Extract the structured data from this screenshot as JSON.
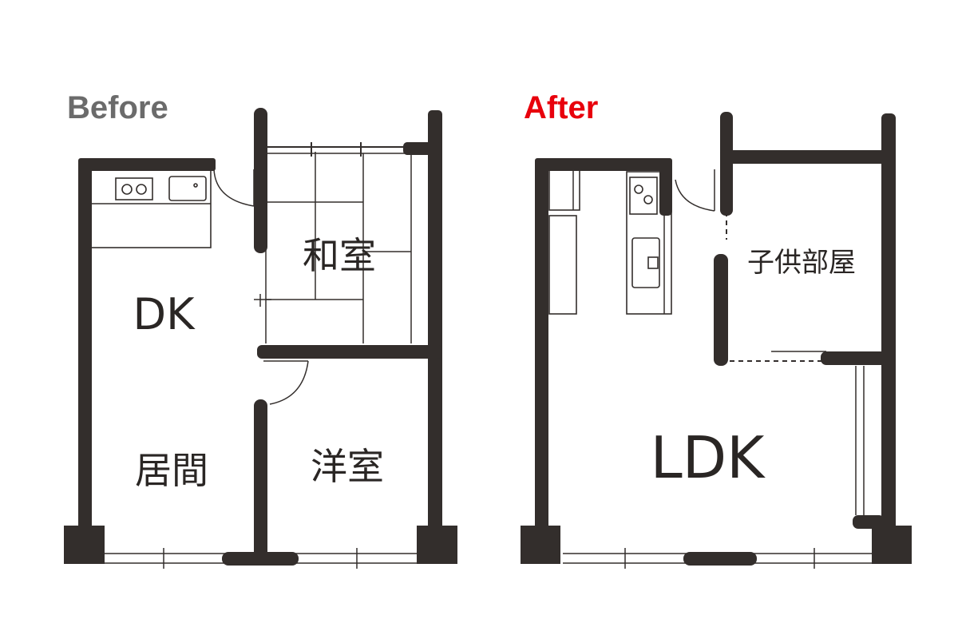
{
  "headings": {
    "before": "Before",
    "after": "After"
  },
  "colors": {
    "before_heading": "#6b6b6b",
    "after_heading": "#e8000c",
    "wall": "#332e2c",
    "background": "#ffffff"
  },
  "before_plan": {
    "rooms": {
      "dk": "DK",
      "washitsu": "和室",
      "living": "居間",
      "youshitsu": "洋室"
    }
  },
  "after_plan": {
    "rooms": {
      "ldk": "LDK",
      "kids_room": "子供部屋"
    }
  }
}
